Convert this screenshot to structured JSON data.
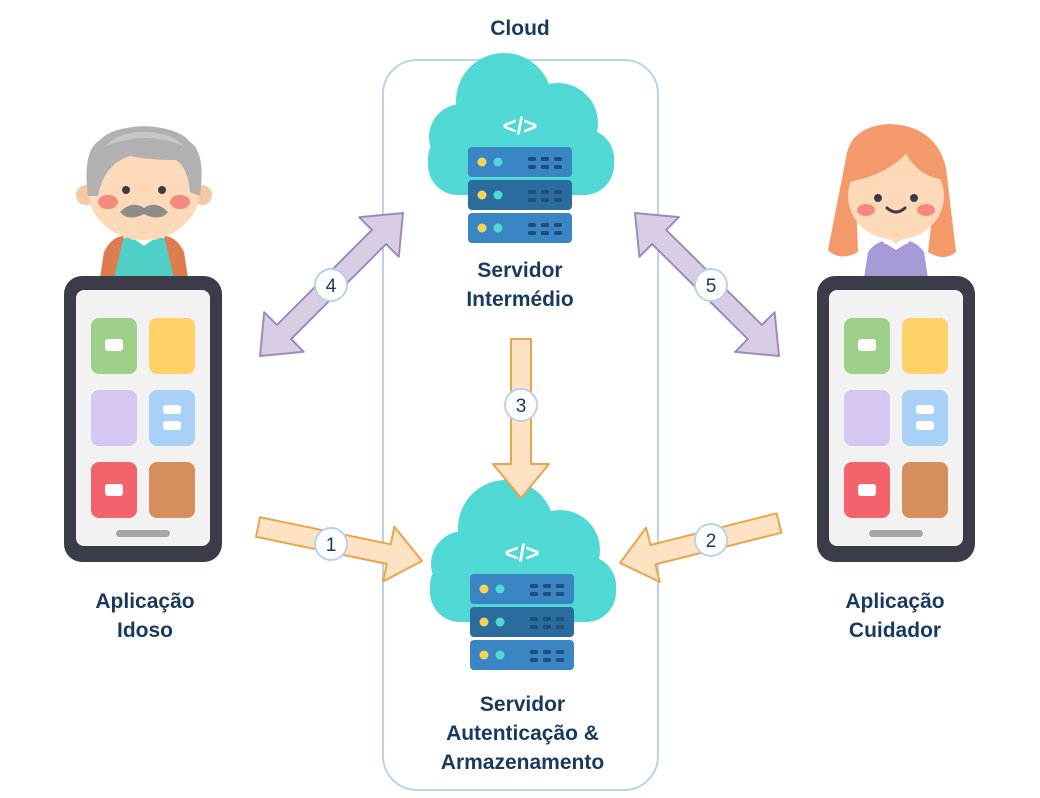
{
  "cloud_label": "Cloud",
  "nodes": {
    "servidor_intermedio": {
      "lines": [
        "Servidor",
        "Intermédio"
      ]
    },
    "servidor_autenticacao": {
      "lines": [
        "Servidor",
        "Autenticação &",
        "Armazenamento"
      ]
    },
    "aplicacao_idoso": {
      "lines": [
        "Aplicação",
        "Idoso"
      ]
    },
    "aplicacao_cuidador": {
      "lines": [
        "Aplicação",
        "Cuidador"
      ]
    }
  },
  "steps": [
    "1",
    "2",
    "3",
    "4",
    "5"
  ],
  "server_icon_symbol": "</>",
  "icons": {
    "server_cloud": "cloud-server-icon",
    "elderly_person": "elderly-man-avatar-icon",
    "caregiver": "caregiver-woman-avatar-icon",
    "phone": "smartphone-icon"
  },
  "colors": {
    "label_text": "#173a5e",
    "cloud_border": "#b7d3ea",
    "arrow_orange_fill": "#fde3c3",
    "arrow_orange_stroke": "#e9a44c",
    "arrow_purple_fill": "#d8cde4",
    "arrow_purple_stroke": "#9e8bb8",
    "cloud_teal": "#4fd8d4",
    "server_blue": "#3a86c4"
  }
}
